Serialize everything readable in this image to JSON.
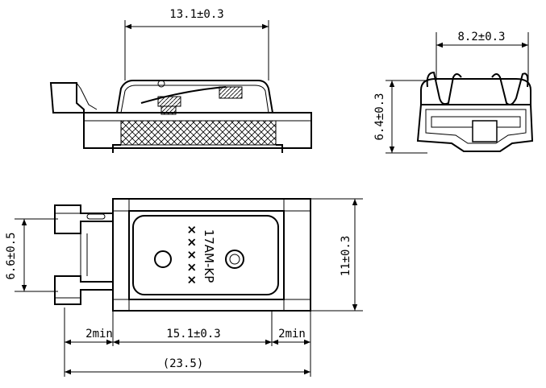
{
  "dimensions": {
    "top_width": "13.1±0.3",
    "side_width": "8.2±0.3",
    "side_height": "6.4±0.3",
    "lead_pitch": "6.6±0.5",
    "body_height": "11±0.3",
    "lead_left": "2min",
    "body_length": "15.1±0.3",
    "lead_right": "2min",
    "overall_length": "(23.5)"
  },
  "marking": {
    "model": "17AM-KP",
    "code": "×××××"
  }
}
